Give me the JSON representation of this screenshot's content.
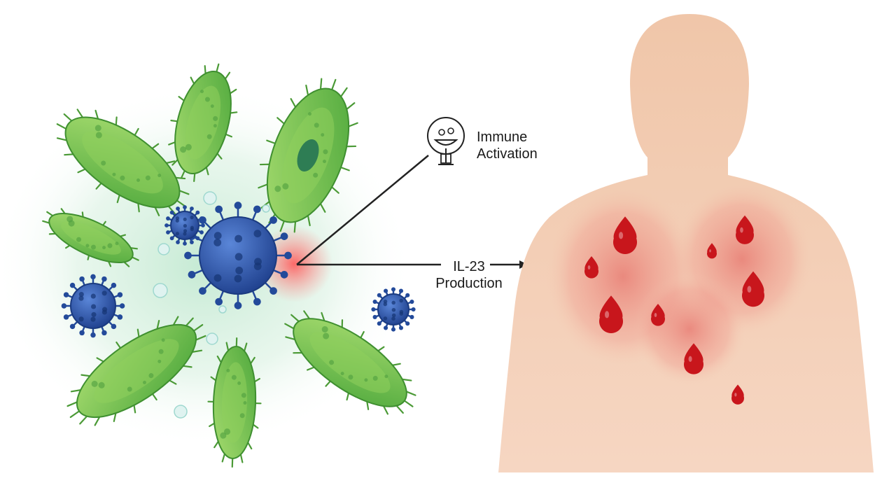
{
  "labels": {
    "immune_activation": [
      "Immune",
      "Activation"
    ],
    "il23_production": [
      "IL-23",
      "Production"
    ]
  },
  "icons": {
    "immune": "immune-cell-icon"
  },
  "colors": {
    "bacteria_green": "#6cc04a",
    "bacteria_dark": "#3f9a36",
    "virus_blue": "#2f5fb4",
    "virus_dark": "#1d3f86",
    "skin": "#f3c9b0",
    "inflammation": "#e86a6a",
    "blood": "#cc1a1f",
    "arrow": "#222222"
  }
}
